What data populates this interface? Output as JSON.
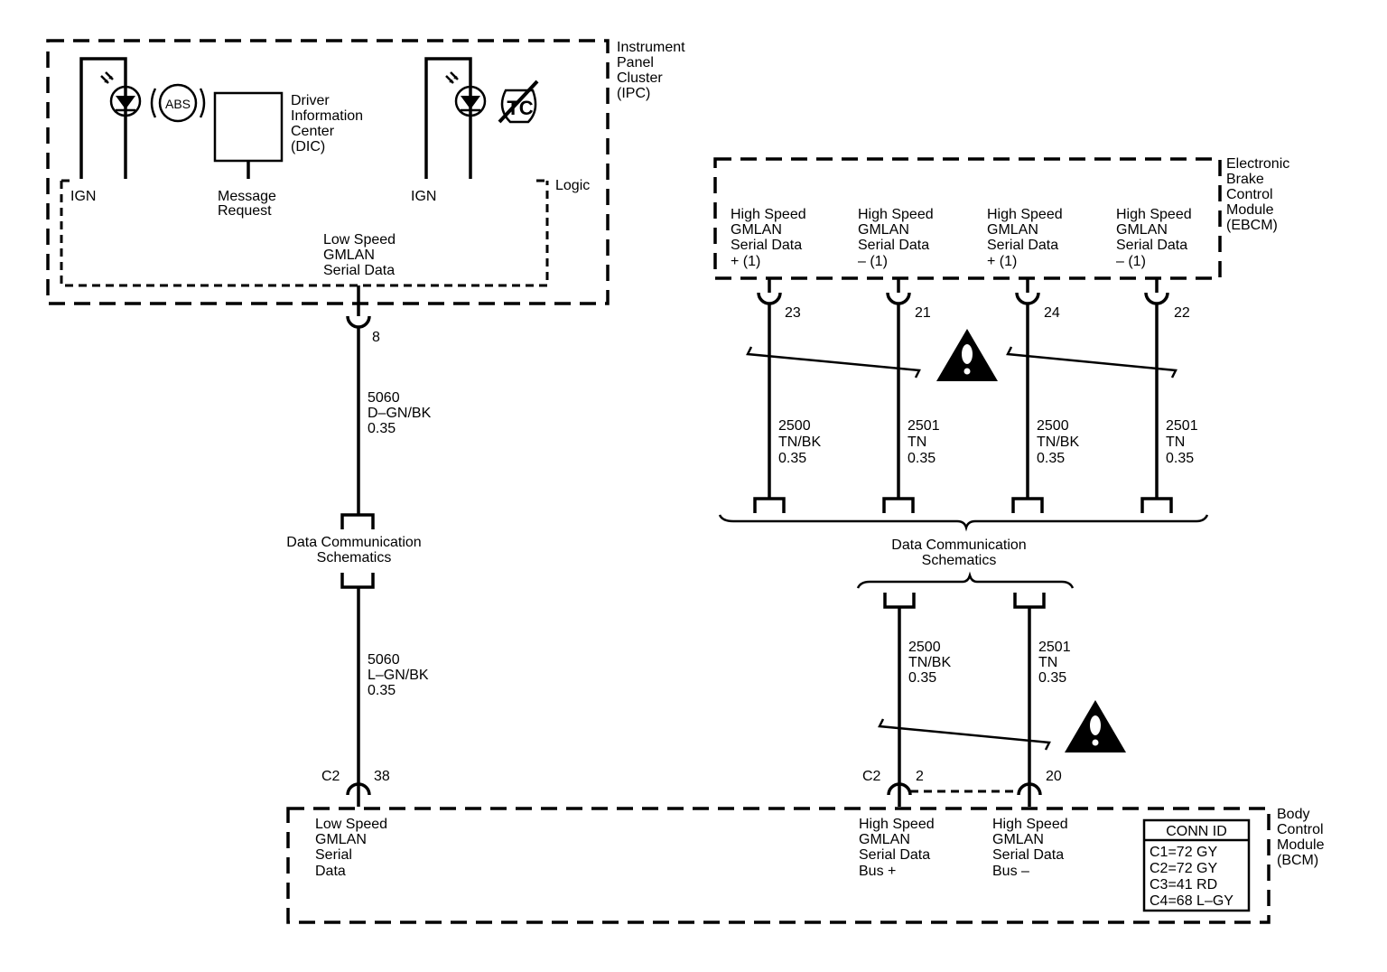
{
  "ipc": {
    "name": [
      "Instrument",
      "Panel",
      "Cluster",
      "(IPC)"
    ],
    "logic_label": "Logic",
    "ign_left": "IGN",
    "ign_right": "IGN",
    "message_request": [
      "Message",
      "Request"
    ],
    "dic": [
      "Driver",
      "Information",
      "Center",
      "(DIC)"
    ],
    "abs_label": "ABS",
    "tc_label": "TC",
    "low_speed": [
      "Low Speed",
      "GMLAN",
      "Serial Data"
    ]
  },
  "ebcm": {
    "name": [
      "Electronic",
      "Brake",
      "Control",
      "Module",
      "(EBCM)"
    ],
    "terminals": [
      {
        "lines": [
          "High Speed",
          "GMLAN",
          "Serial Data",
          "+ (1)"
        ],
        "pin": "23",
        "circuit": [
          "2500",
          "TN/BK",
          "0.35"
        ]
      },
      {
        "lines": [
          "High Speed",
          "GMLAN",
          "Serial Data",
          "– (1)"
        ],
        "pin": "21",
        "circuit": [
          "2501",
          "TN",
          "0.35"
        ]
      },
      {
        "lines": [
          "High Speed",
          "GMLAN",
          "Serial Data",
          "+ (1)"
        ],
        "pin": "24",
        "circuit": [
          "2500",
          "TN/BK",
          "0.35"
        ]
      },
      {
        "lines": [
          "High Speed",
          "GMLAN",
          "Serial Data",
          "– (1)"
        ],
        "pin": "22",
        "circuit": [
          "2501",
          "TN",
          "0.35"
        ]
      }
    ]
  },
  "left_wire": {
    "pin_top": "8",
    "upper": [
      "5060",
      "D–GN/BK",
      "0.35"
    ],
    "ref": [
      "Data Communication",
      "Schematics"
    ],
    "lower": [
      "5060",
      "L–GN/BK",
      "0.35"
    ],
    "conn": "C2",
    "pin_bottom": "38"
  },
  "center_ref": [
    "Data Communication",
    "Schematics"
  ],
  "bcm_wires": {
    "plus_circuit": [
      "2500",
      "TN/BK",
      "0.35"
    ],
    "minus_circuit": [
      "2501",
      "TN",
      "0.35"
    ],
    "conn": "C2",
    "pin_plus": "2",
    "pin_minus": "20"
  },
  "bcm": {
    "name": [
      "Body",
      "Control",
      "Module",
      "(BCM)"
    ],
    "low_speed": [
      "Low Speed",
      "GMLAN",
      "Serial",
      "Data"
    ],
    "hs_plus": [
      "High Speed",
      "GMLAN",
      "Serial Data",
      "Bus +"
    ],
    "hs_minus": [
      "High Speed",
      "GMLAN",
      "Serial Data",
      "Bus –"
    ],
    "conn_id_title": "CONN ID",
    "conn_ids": [
      "C1=72 GY",
      "C2=72 GY",
      "C3=41 RD",
      "C4=68 L–GY"
    ]
  }
}
